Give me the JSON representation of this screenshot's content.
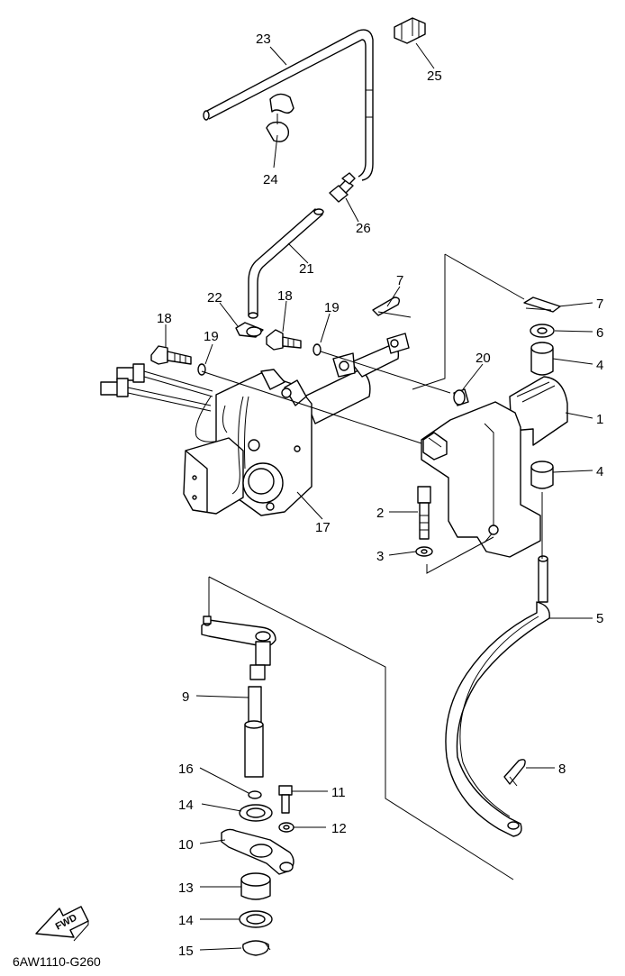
{
  "diagram_code": "6AW1110-G260",
  "fwd_label": "FWD",
  "callouts": {
    "c1": "1",
    "c2": "2",
    "c3": "3",
    "c4a": "4",
    "c4b": "4",
    "c5": "5",
    "c6": "6",
    "c7a": "7",
    "c7b": "7",
    "c8": "8",
    "c9": "9",
    "c10": "10",
    "c11": "11",
    "c12": "12",
    "c13": "13",
    "c14a": "14",
    "c14b": "14",
    "c15": "15",
    "c16": "16",
    "c17": "17",
    "c18a": "18",
    "c18b": "18",
    "c19a": "19",
    "c19b": "19",
    "c20": "20",
    "c21": "21",
    "c22": "22",
    "c23": "23",
    "c24": "24",
    "c25": "25",
    "c26": "26"
  }
}
